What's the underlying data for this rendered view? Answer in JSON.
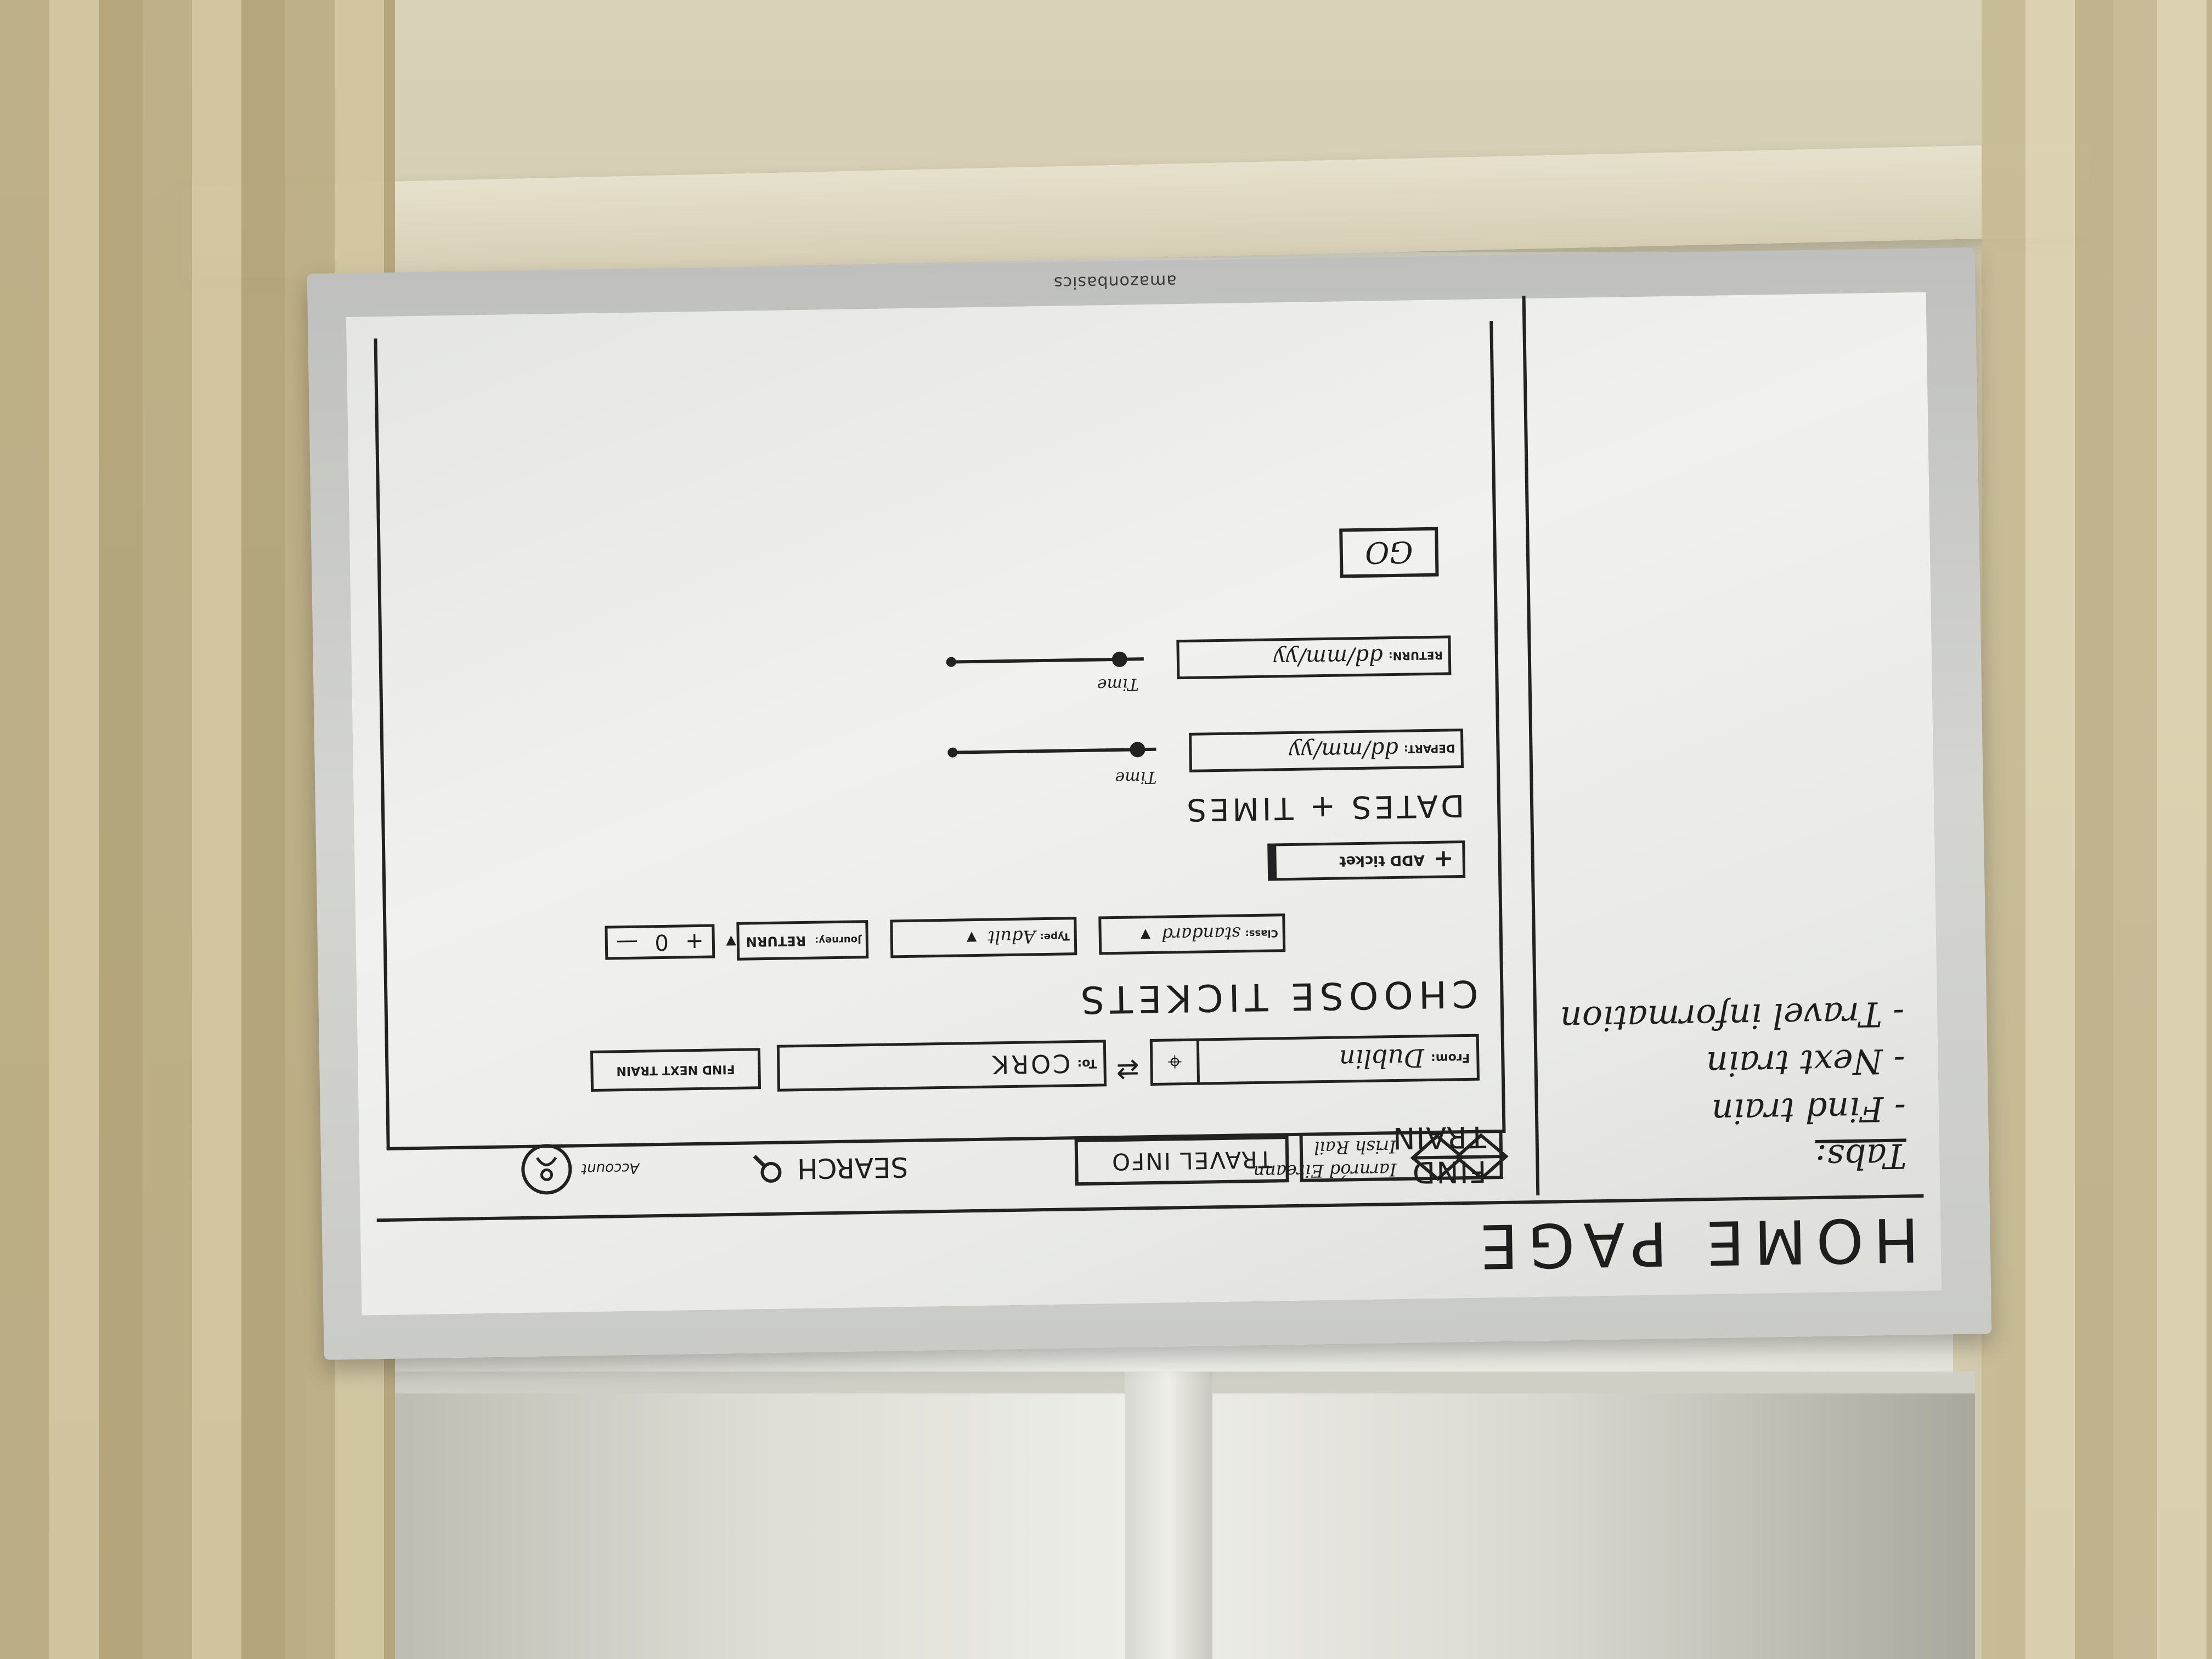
{
  "board": {
    "brand": "amazonbasics",
    "title": "HOME PAGE"
  },
  "tabs_notes": {
    "heading": "Tabs:",
    "items": [
      "- Find train",
      "- Next train",
      "- Travel information"
    ]
  },
  "header": {
    "logo_line1": "Iarnród Éireann",
    "logo_line2": "Irish Rail",
    "search_label": "SEARCH",
    "search_icon": "search-icon",
    "account_label": "Account",
    "account_icon": "user-icon"
  },
  "nav_tabs": {
    "find_train": "FIND TRAIN",
    "travel_info": "TRAVEL INFO"
  },
  "journey": {
    "from_label": "From:",
    "from_value": "Dublin",
    "to_label": "To:",
    "to_value": "CORK",
    "find_next_train": "FIND NEXT TRAIN"
  },
  "tickets": {
    "heading": "CHOOSE TICKETS",
    "class_label": "Class:",
    "class_value": "standard",
    "type_label": "Type:",
    "type_value": "Adult",
    "journey_label": "Journey:",
    "journey_value": "RETURN",
    "stepper_plus": "+",
    "stepper_value": "0",
    "stepper_minus": "—",
    "add_ticket": "ADD ticket",
    "add_symbol": "+"
  },
  "dates": {
    "heading": "DATES + TIMES",
    "depart_label": "DEPART:",
    "depart_value": "dd/mm/yy",
    "return_label": "RETURN:",
    "return_value": "dd/mm/yy",
    "time_label": "Time",
    "time_label_2": "Time"
  },
  "go_label": "GO"
}
